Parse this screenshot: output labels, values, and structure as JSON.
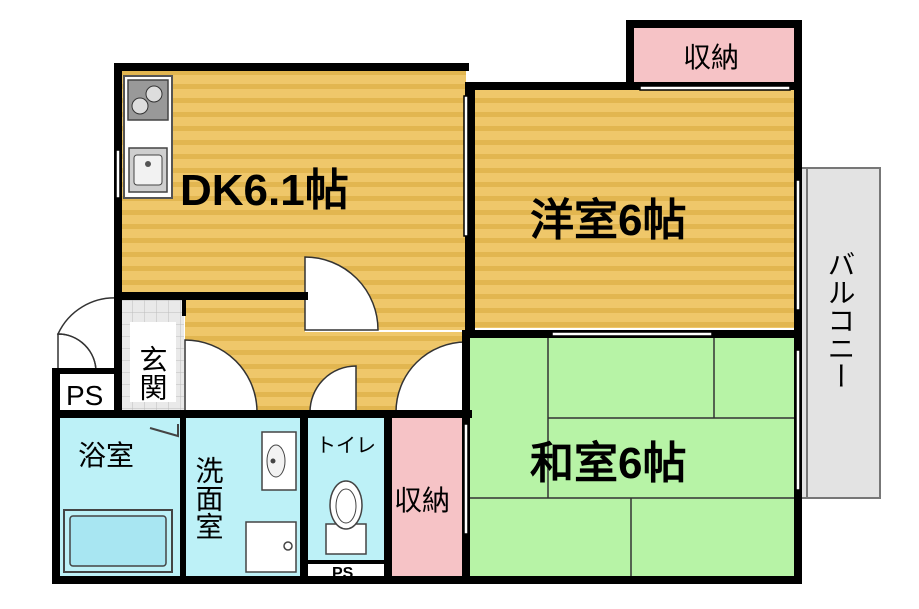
{
  "rooms": {
    "dk": {
      "label": "DK6.1帖"
    },
    "western_room": {
      "label": "洋室6帖"
    },
    "japanese_room": {
      "label": "和室6帖"
    },
    "storage_top": {
      "label": "収納"
    },
    "storage_bottom": {
      "label": "収納"
    },
    "entrance": {
      "label": "玄関"
    },
    "bathroom": {
      "label": "浴室"
    },
    "washroom": {
      "label": "洗面室"
    },
    "toilet": {
      "label": "トイレ"
    },
    "ps_left": {
      "label": "PS"
    },
    "ps_bottom": {
      "label": "PS"
    },
    "balcony": {
      "label": "バルコニー"
    }
  },
  "colors": {
    "wood_floor": "#efc76a",
    "wood_stripe": "#e0b24c",
    "tatami": "#b7f3a6",
    "storage": "#f6c3c6",
    "wet_area": "#bdf1f7",
    "entrance_tile": "#e6e6e6",
    "balcony": "#e3e3e3",
    "wall": "#000000"
  }
}
